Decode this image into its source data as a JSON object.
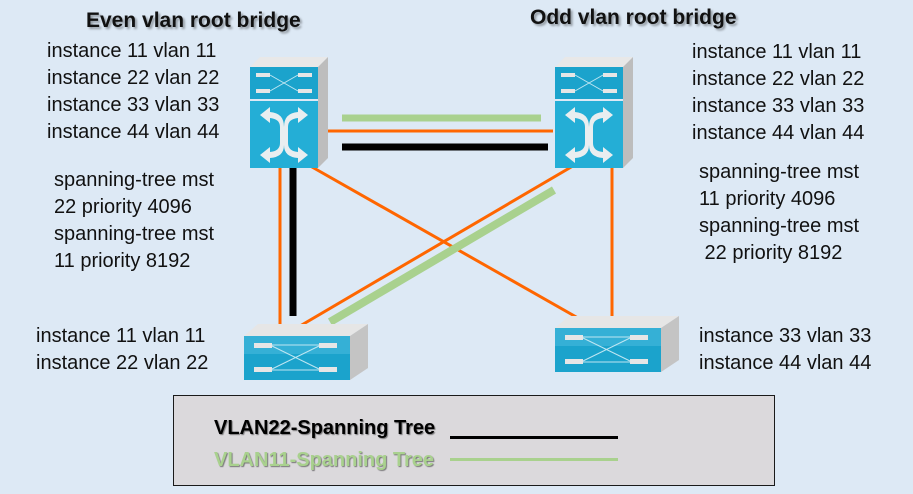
{
  "diagram": {
    "title_left": "Even vlan root bridge",
    "title_right": "Odd vlan root bridge",
    "switches": {
      "root_left": {
        "type": "multilayer-switch",
        "instances": [
          "instance 11 vlan 11",
          "instance 22 vlan 22",
          "instance 33 vlan 33",
          "instance 44 vlan 44"
        ],
        "config": [
          "spanning-tree mst",
          "22 priority 4096",
          "spanning-tree mst",
          "11 priority 8192"
        ]
      },
      "root_right": {
        "type": "multilayer-switch",
        "instances": [
          "instance 11 vlan 11",
          "instance 22 vlan 22",
          "instance 33 vlan 33",
          "instance 44 vlan 44"
        ],
        "config": [
          "spanning-tree mst",
          "11 priority 4096",
          "spanning-tree mst",
          " 22 priority 8192"
        ]
      },
      "access_left": {
        "type": "workgroup-switch",
        "instances": [
          "instance 11 vlan 11",
          "instance 22 vlan 22"
        ]
      },
      "access_right": {
        "type": "workgroup-switch",
        "instances": [
          "instance 33 vlan 33",
          "instance 44 vlan 44"
        ]
      }
    },
    "links": [
      {
        "from": "root_left",
        "to": "root_right",
        "kind": "physical"
      },
      {
        "from": "root_left",
        "to": "access_left",
        "kind": "physical"
      },
      {
        "from": "root_left",
        "to": "access_right",
        "kind": "physical"
      },
      {
        "from": "root_right",
        "to": "access_left",
        "kind": "physical"
      },
      {
        "from": "root_right",
        "to": "access_right",
        "kind": "physical"
      }
    ],
    "spanning_tree_paths": [
      {
        "vlan": "VLAN11",
        "between": [
          "root_left",
          "root_right"
        ]
      },
      {
        "vlan": "VLAN11",
        "between": [
          "root_right",
          "access_left"
        ]
      },
      {
        "vlan": "VLAN22",
        "between": [
          "root_left",
          "root_right"
        ]
      },
      {
        "vlan": "VLAN22",
        "between": [
          "root_left",
          "access_left"
        ]
      }
    ]
  },
  "legend": {
    "items": [
      {
        "label": "VLAN22-Spanning Tree",
        "color": "#000000"
      },
      {
        "label": "VLAN11-Spanning Tree",
        "color": "#a9d18e"
      }
    ]
  },
  "colors": {
    "background": "#dde9f5",
    "physical_link": "#ff6600",
    "vlan22": "#000000",
    "vlan11": "#a9d18e",
    "switch_face": "#1ba3cc",
    "legend_bg": "#dbd9dc"
  }
}
